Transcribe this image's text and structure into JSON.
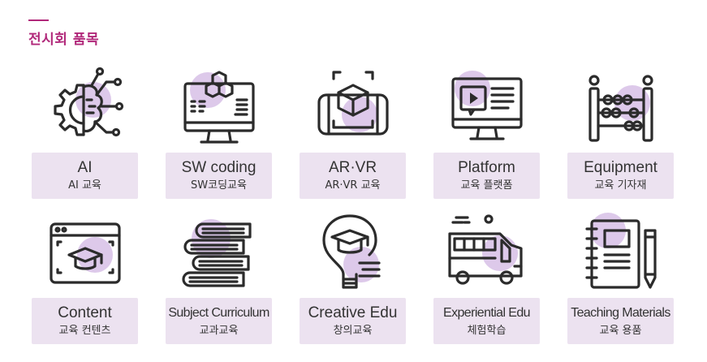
{
  "section": {
    "title": "전시회 품목"
  },
  "items": [
    {
      "icon": "ai-brain-gear-icon",
      "en": "AI",
      "ko": "AI 교육"
    },
    {
      "icon": "sw-coding-monitor-icon",
      "en": "SW coding",
      "ko": "SW코딩교육"
    },
    {
      "icon": "ar-vr-cube-icon",
      "en": "AR·VR",
      "ko": "AR·VR 교육"
    },
    {
      "icon": "platform-video-monitor-icon",
      "en": "Platform",
      "ko": "교육 플랫폼"
    },
    {
      "icon": "abacus-icon",
      "en": "Equipment",
      "ko": "교육 기자재"
    },
    {
      "icon": "graduation-cap-window-icon",
      "en": "Content",
      "ko": "교육 컨텐츠"
    },
    {
      "icon": "book-stack-icon",
      "en": "Subject Curriculum",
      "ko": "교과교육"
    },
    {
      "icon": "lightbulb-cap-icon",
      "en": "Creative Edu",
      "ko": "창의교육"
    },
    {
      "icon": "school-bus-icon",
      "en": "Experiential Edu",
      "ko": "체험학습"
    },
    {
      "icon": "notebook-pencil-icon",
      "en": "Teaching Materials",
      "ko": "교육 용품"
    }
  ],
  "colors": {
    "accent": "#b1287a",
    "label_bg": "#ece2f0",
    "blob": "#ddc9ea",
    "icon_stroke": "#2b2b2b"
  }
}
